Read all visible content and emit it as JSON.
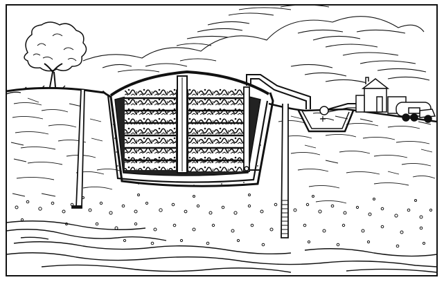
{
  "figure": {
    "style": "black-and-white pen-and-ink line drawing",
    "colors": {
      "ink": "#111111",
      "paper": "#ffffff"
    },
    "elements": [
      "tree",
      "clouds",
      "landfill-cell",
      "waste-layers",
      "liner",
      "leachate-pipe",
      "leachate-pond",
      "pump",
      "farm-building",
      "tanker-truck",
      "monitoring-wells",
      "groundwater-gravel-layer"
    ]
  }
}
